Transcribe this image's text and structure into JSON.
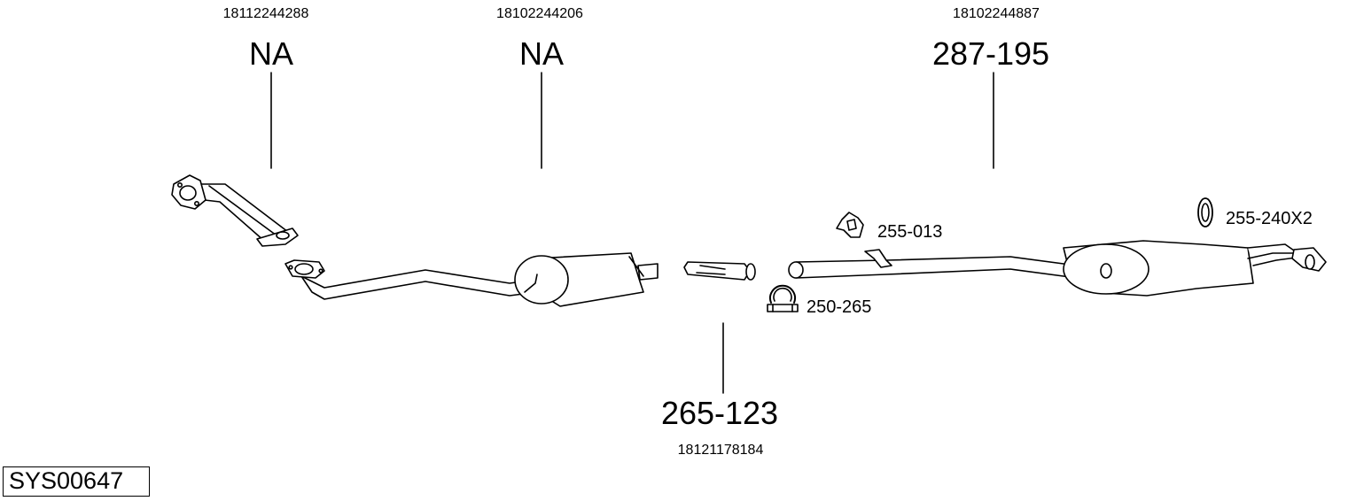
{
  "diagram_id": "SYS00647",
  "parts": [
    {
      "oem": "18112244288",
      "ref": "NA"
    },
    {
      "oem": "18102244206",
      "ref": "NA"
    },
    {
      "oem": "18102244887",
      "ref": "287-195"
    },
    {
      "oem": "18121178184",
      "ref": "265-123"
    }
  ],
  "accessories": [
    {
      "ref": "255-013"
    },
    {
      "ref": "250-265"
    },
    {
      "ref": "255-240X2"
    }
  ]
}
